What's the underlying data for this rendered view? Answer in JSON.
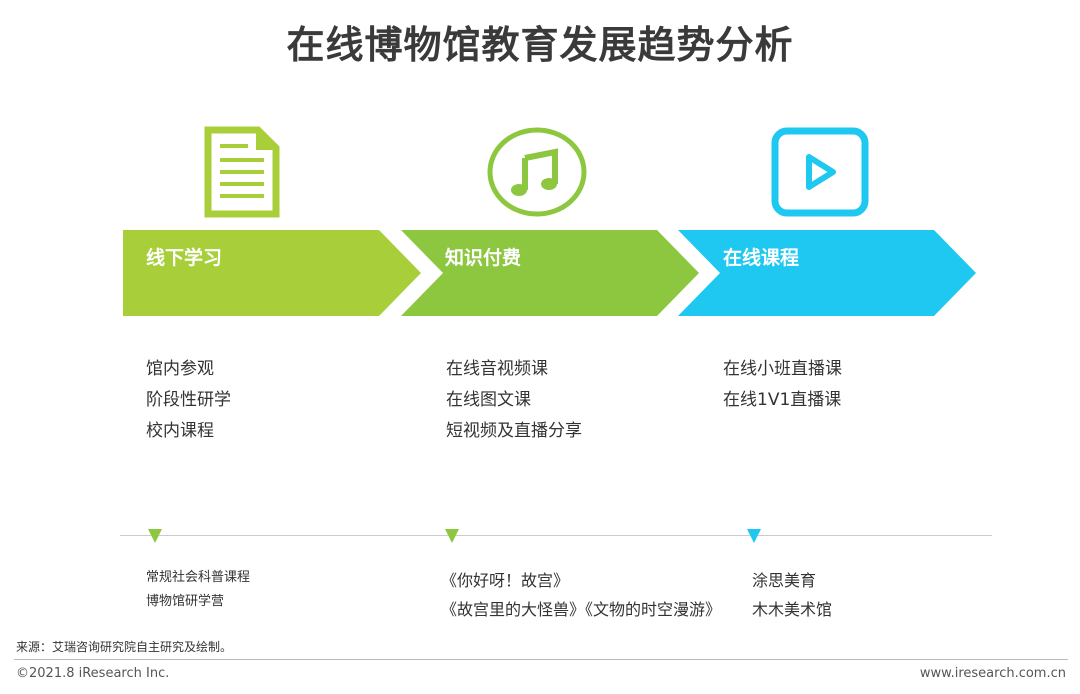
{
  "title": "在线博物馆教育发展趋势分析",
  "stages": [
    {
      "label": "线下学习",
      "color": "#a8cf3a",
      "icon": "document-icon",
      "items": [
        "馆内参观",
        "阶段性研学",
        "校内课程"
      ],
      "examples": [
        "常规社会科普课程",
        "博物馆研学营"
      ],
      "marker_color": "#8dc63f"
    },
    {
      "label": "知识付费",
      "color": "#8dc63f",
      "icon": "music-note-icon",
      "items": [
        "在线音视频课",
        "在线图文课",
        "短视频及直播分享"
      ],
      "examples": [
        "《你好呀！故宫》",
        "《故宫里的大怪兽》《文物的时空漫游》"
      ],
      "marker_color": "#8dc63f"
    },
    {
      "label": "在线课程",
      "color": "#1ec8f0",
      "icon": "play-button-icon",
      "items": [
        "在线小班直播课",
        "在线1V1直播课"
      ],
      "examples": [
        "涂思美育",
        "木木美术馆"
      ],
      "marker_color": "#1ec8f0"
    }
  ],
  "footer": {
    "source": "来源：艾瑞咨询研究院自主研究及绘制。",
    "copyright": "©2021.8 iResearch Inc.",
    "website": "www.iresearch.com.cn"
  }
}
